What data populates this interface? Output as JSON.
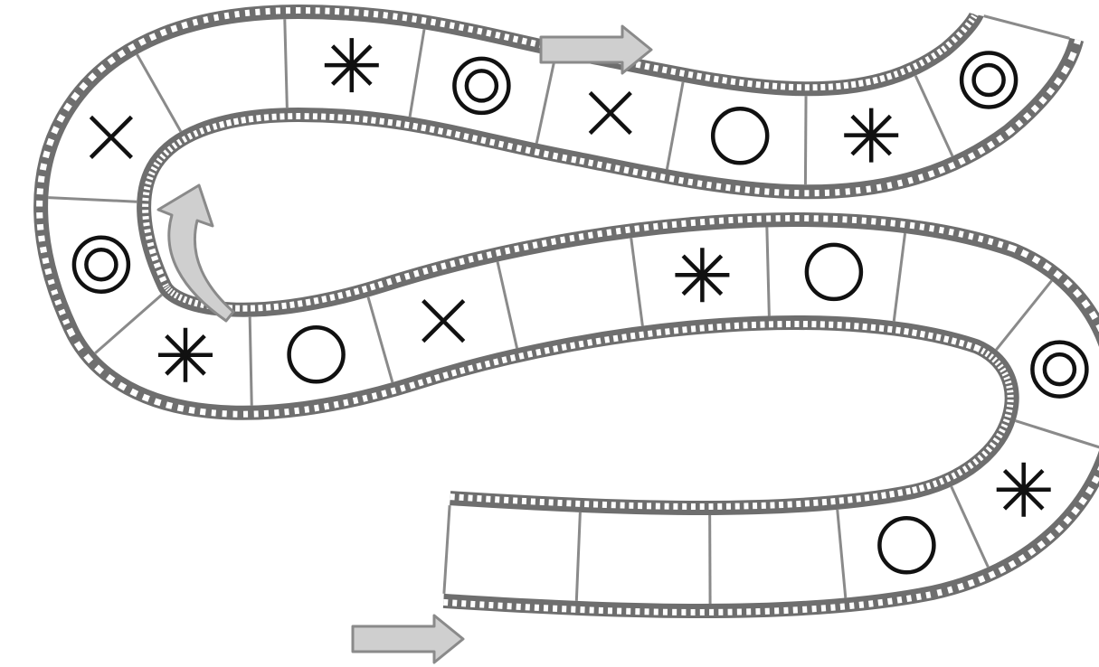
{
  "board": {
    "film_color": "#6e6e6e",
    "perforation_color": "#ffffff",
    "frame_fill": "#ffffff",
    "frame_divider_color": "#8a8a8a",
    "symbol_color": "#111111",
    "arrow_fill": "#cfcfcf",
    "arrow_stroke": "#8a8a8a",
    "symbol_legend": [
      "cross",
      "asterisk",
      "circle",
      "double-circle",
      "blank"
    ],
    "frames": [
      {
        "index": 1,
        "symbol": "blank"
      },
      {
        "index": 2,
        "symbol": "blank"
      },
      {
        "index": 3,
        "symbol": "blank"
      },
      {
        "index": 4,
        "symbol": "circle"
      },
      {
        "index": 5,
        "symbol": "asterisk"
      },
      {
        "index": 6,
        "symbol": "double-circle"
      },
      {
        "index": 7,
        "symbol": "blank"
      },
      {
        "index": 8,
        "symbol": "circle"
      },
      {
        "index": 9,
        "symbol": "asterisk"
      },
      {
        "index": 10,
        "symbol": "blank"
      },
      {
        "index": 11,
        "symbol": "cross"
      },
      {
        "index": 12,
        "symbol": "circle"
      },
      {
        "index": 13,
        "symbol": "asterisk"
      },
      {
        "index": 14,
        "symbol": "double-circle"
      },
      {
        "index": 15,
        "symbol": "cross"
      },
      {
        "index": 16,
        "symbol": "blank"
      },
      {
        "index": 17,
        "symbol": "asterisk"
      },
      {
        "index": 18,
        "symbol": "double-circle"
      },
      {
        "index": 19,
        "symbol": "cross"
      },
      {
        "index": 20,
        "symbol": "circle"
      },
      {
        "index": 21,
        "symbol": "asterisk"
      },
      {
        "index": 22,
        "symbol": "double-circle"
      }
    ],
    "arrows": [
      {
        "name": "arrow-top-right",
        "direction": "right"
      },
      {
        "name": "arrow-curved-up",
        "direction": "up"
      },
      {
        "name": "arrow-bottom-right",
        "direction": "right"
      }
    ]
  }
}
